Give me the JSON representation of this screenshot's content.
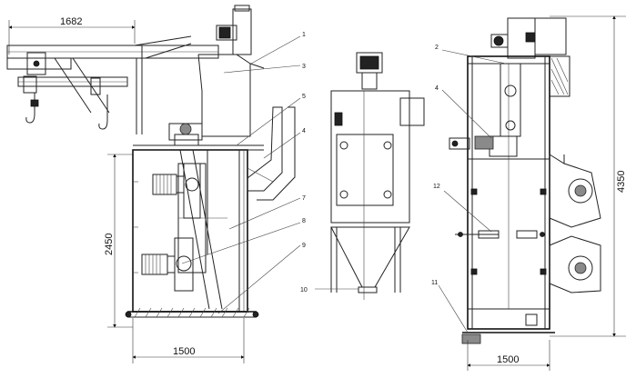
{
  "dimensions": {
    "top_width_left": "1682",
    "height_left": "2450",
    "base_width_left": "1500",
    "total_height_right": "4350",
    "base_width_right": "1500"
  },
  "callouts": {
    "c1": "1",
    "c3": "3",
    "c4": "4",
    "c5": "5",
    "c7": "7",
    "c8": "8",
    "c9": "9",
    "c10": "10",
    "c11": "11",
    "c12": "12",
    "c2": "2",
    "c4r": "4"
  }
}
